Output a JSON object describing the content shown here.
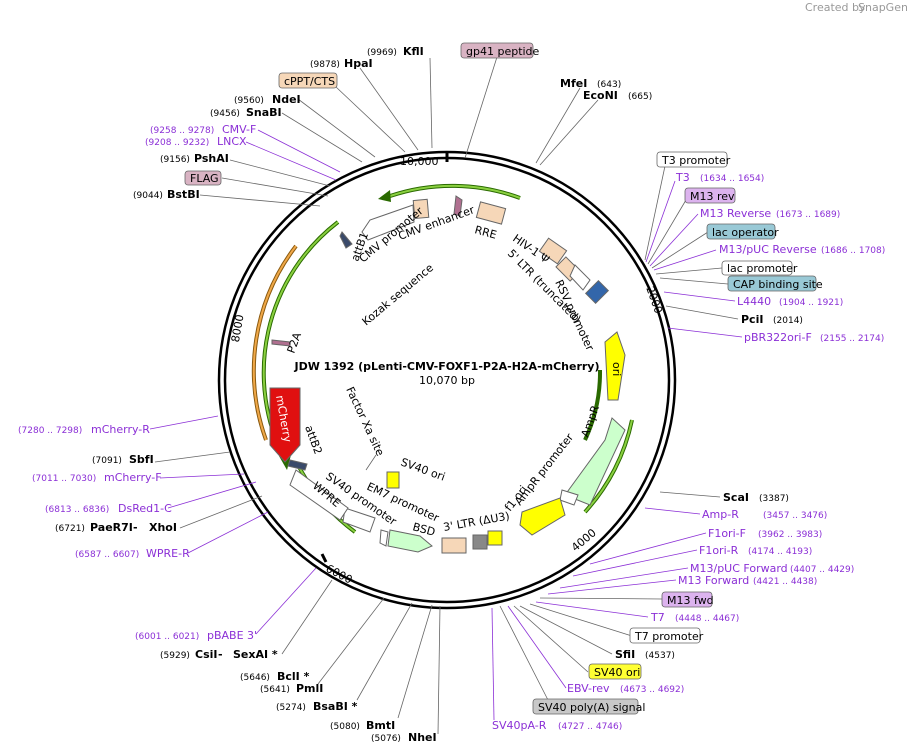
{
  "header": {
    "created_by": "Created by",
    "brand": "SnapGene"
  },
  "plasmid": {
    "name": "JDW 1392 (pLenti-CMV-FOXF1-P2A-H2A-mCherry)",
    "size": "10,070 bp"
  },
  "ticks": {
    "t1": "10,000",
    "t2": "2000",
    "t3": "4000",
    "t4": "6000",
    "t5": "8000"
  },
  "enzymes": {
    "KflI": {
      "name": "KflI",
      "pos": "(9969)"
    },
    "HpaI": {
      "name": "HpaI",
      "pos": "(9878)"
    },
    "NdeI": {
      "name": "NdeI",
      "pos": "(9560)"
    },
    "SnaBI": {
      "name": "SnaBI",
      "pos": "(9456)"
    },
    "PshAI": {
      "name": "PshAI",
      "pos": "(9156)"
    },
    "BstBI": {
      "name": "BstBI",
      "pos": "(9044)"
    },
    "MfeI": {
      "name": "MfeI",
      "pos": "(643)"
    },
    "EcoNI": {
      "name": "EcoNI",
      "pos": "(665)"
    },
    "PciI": {
      "name": "PciI",
      "pos": "(2014)"
    },
    "ScaI": {
      "name": "ScaI",
      "pos": "(3387)"
    },
    "SfiI": {
      "name": "SfiI",
      "pos": "(4537)"
    },
    "SbfI": {
      "name": "SbfI",
      "pos": "(7091)"
    },
    "PaeR7I": {
      "name": "PaeR7I",
      "sep": " - ",
      "name2": "XhoI",
      "pos": "(6721)"
    },
    "CsiI": {
      "name": "CsiI",
      "sep": " - ",
      "name2": "SexAI *",
      "pos": "(5929)"
    },
    "BclI": {
      "name": "BclI *",
      "pos": "(5646)"
    },
    "PmlI": {
      "name": "PmlI",
      "pos": "(5641)"
    },
    "BsaBI": {
      "name": "BsaBI *",
      "pos": "(5274)"
    },
    "BmtI": {
      "name": "BmtI",
      "pos": "(5080)"
    },
    "NheI": {
      "name": "NheI",
      "pos": "(5076)"
    }
  },
  "primers": {
    "CMVF": {
      "name": "CMV-F",
      "range": "(9258 .. 9278)"
    },
    "LNCX": {
      "name": "LNCX",
      "range": "(9208 .. 9232)"
    },
    "M13Reverse": {
      "name": "M13 Reverse",
      "range": "(1673 .. 1689)"
    },
    "M13pUCRev": {
      "name": "M13/pUC Reverse",
      "range": "(1686 .. 1708)"
    },
    "L4440": {
      "name": "L4440",
      "range": "(1904 .. 1921)"
    },
    "pBR322oriF": {
      "name": "pBR322ori-F",
      "range": "(2155 .. 2174)"
    },
    "T3": {
      "name": "T3",
      "range": "(1634 .. 1654)"
    },
    "AmpR": {
      "name": "Amp-R",
      "range": "(3457 .. 3476)"
    },
    "F1oriF": {
      "name": "F1ori-F",
      "range": "(3962 .. 3983)"
    },
    "F1oriR": {
      "name": "F1ori-R",
      "range": "(4174 .. 4193)"
    },
    "M13pUCFwd": {
      "name": "M13/pUC Forward",
      "range": "(4407 .. 4429)"
    },
    "M13Forward": {
      "name": "M13 Forward",
      "range": "(4421 .. 4438)"
    },
    "T7": {
      "name": "T7",
      "range": "(4448 .. 4467)"
    },
    "EBVrev": {
      "name": "EBV-rev",
      "range": "(4673 .. 4692)"
    },
    "SV40pAR": {
      "name": "SV40pA-R",
      "range": "(4727 .. 4746)"
    },
    "mCherryR": {
      "name": "mCherry-R",
      "range": "(7280 .. 7298)"
    },
    "mCherryF": {
      "name": "mCherry-F",
      "range": "(7011 .. 7030)"
    },
    "DsRed1C": {
      "name": "DsRed1-C",
      "range": "(6813 .. 6836)"
    },
    "WPRER": {
      "name": "WPRE-R",
      "range": "(6587 .. 6607)"
    },
    "pBABE3": {
      "name": "pBABE 3'",
      "range": "(6001 .. 6021)"
    }
  },
  "boxes": {
    "gp41": {
      "text": "gp41 peptide",
      "color": "#d9b3c3"
    },
    "cppt": {
      "text": "cPPT/CTS",
      "color": "#f6d7b8"
    },
    "flag": {
      "text": "FLAG",
      "color": "#d9b3c3"
    },
    "t3prom": {
      "text": "T3 promoter",
      "color": "#ffffff"
    },
    "m13rev": {
      "text": "M13 rev",
      "color": "#dcb3ee"
    },
    "lacop": {
      "text": "lac operator",
      "color": "#99c9d6"
    },
    "lacprom": {
      "text": "lac promoter",
      "color": "#ffffff"
    },
    "cap": {
      "text": "CAP binding site",
      "color": "#99c9d6"
    },
    "m13fwd": {
      "text": "M13 fwd",
      "color": "#dcb3ee"
    },
    "t7prom": {
      "text": "T7 promoter",
      "color": "#ffffff"
    },
    "sv40ori": {
      "text": "SV40 ori",
      "color": "#ffff33"
    },
    "sv40pa": {
      "text": "SV40 poly(A) signal",
      "color": "#c8c8c8"
    }
  },
  "features": {
    "cmv_enhancer": "CMV enhancer",
    "cmv_promoter": "CMV promoter",
    "attB1": "attB1",
    "kozak": "Kozak sequence",
    "rre": "RRE",
    "hiv1": "HIV-1 Ψ",
    "ltr5": "5' LTR (truncated)",
    "rsv": "RSV promoter",
    "ori": "ori",
    "ampr": "AmpR",
    "ampr_prom": "AmpR promoter",
    "f1ori": "f1 ori",
    "ltr3": "3' LTR (ΔU3)",
    "bsd": "BSD",
    "em7": "EM7 promoter",
    "sv40prom": "SV40 promoter",
    "wpre": "WPRE",
    "attB2": "attB2",
    "mcherry": "mCherry",
    "factorxa": "Factor Xa site",
    "sv40ori_in": "SV40 ori",
    "p2a": "P2A"
  },
  "colors": {
    "green_arc": "#66aa22",
    "orange_arc": "#e69c3c",
    "mcherry": "#e01010",
    "ori": "#ffff00",
    "primer": "#8b2fd6"
  }
}
